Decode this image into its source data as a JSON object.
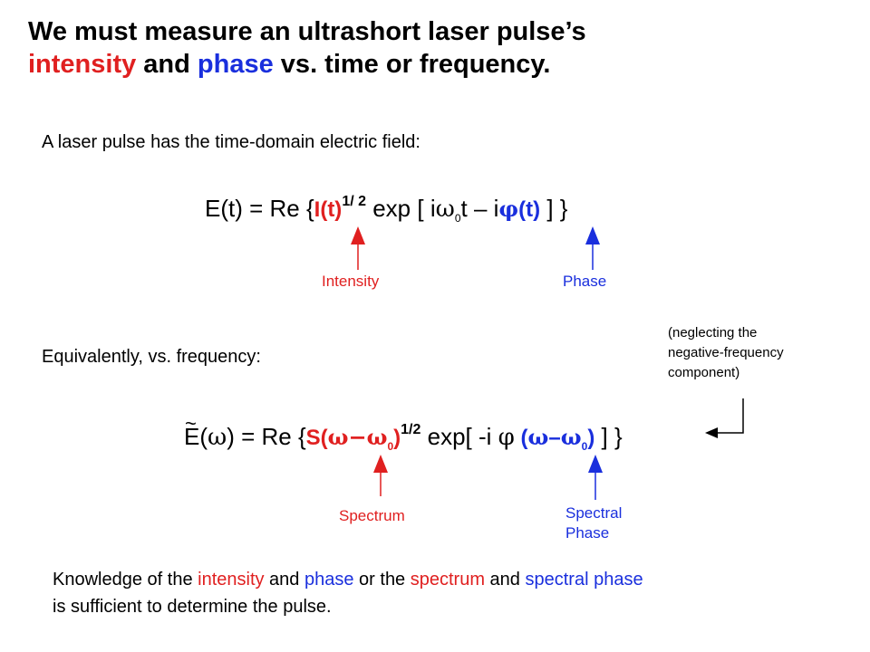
{
  "title": {
    "line1": "We must measure an ultrashort laser pulse’s",
    "line2_intensity": "intensity",
    "line2_and": " and ",
    "line2_phase": "phase",
    "line2_rest": " vs. time or frequency."
  },
  "time_intro": "A laser pulse has the time-domain electric field:",
  "eq1": {
    "lhs": "E(t) = Re {",
    "intensity": "I(t)",
    "power": "1/ 2",
    "exp": " exp",
    "bracket": " [ i",
    "omega": "ω",
    "sub0": "0",
    "t_minus": "t – i",
    "phi": "φ",
    "phase_t": "(t)",
    "close": " ] }"
  },
  "label_intensity": "Intensity",
  "label_phase": "Phase",
  "freq_intro": "Equivalently, vs. frequency:",
  "note": {
    "line1": "(neglecting the",
    "line2": "negative-frequency",
    "line3": "component)"
  },
  "eq2": {
    "tilde": "~",
    "lhs_E": "E(",
    "omega": "ω",
    "lhs_rest": ") = Re {",
    "spec_open": "S(",
    "spec_minus": "−",
    "spec_omega0": "ω",
    "sub0": "0",
    "spec_close": ")",
    "power": "1/2",
    "exp": " exp[ -i ",
    "phi": "φ",
    "ph_open": " (",
    "ph_omega": "ω",
    "ph_minus": "–",
    "ph_omega0": "ω",
    "ph_close": ")",
    "close": " ] }"
  },
  "label_spectrum": "Spectrum",
  "label_spectral_1": "Spectral",
  "label_spectral_2": "Phase",
  "conclusion": {
    "p1": "Knowledge of the ",
    "intensity": "intensity",
    "p2": " and ",
    "phase": "phase",
    "p3": " or the ",
    "spectrum": "spectrum",
    "p4": " and ",
    "spectral_phase": "spectral phase",
    "line2": "is sufficient to determine the pulse."
  },
  "colors": {
    "red": "#e02020",
    "blue": "#1a2fdd"
  }
}
